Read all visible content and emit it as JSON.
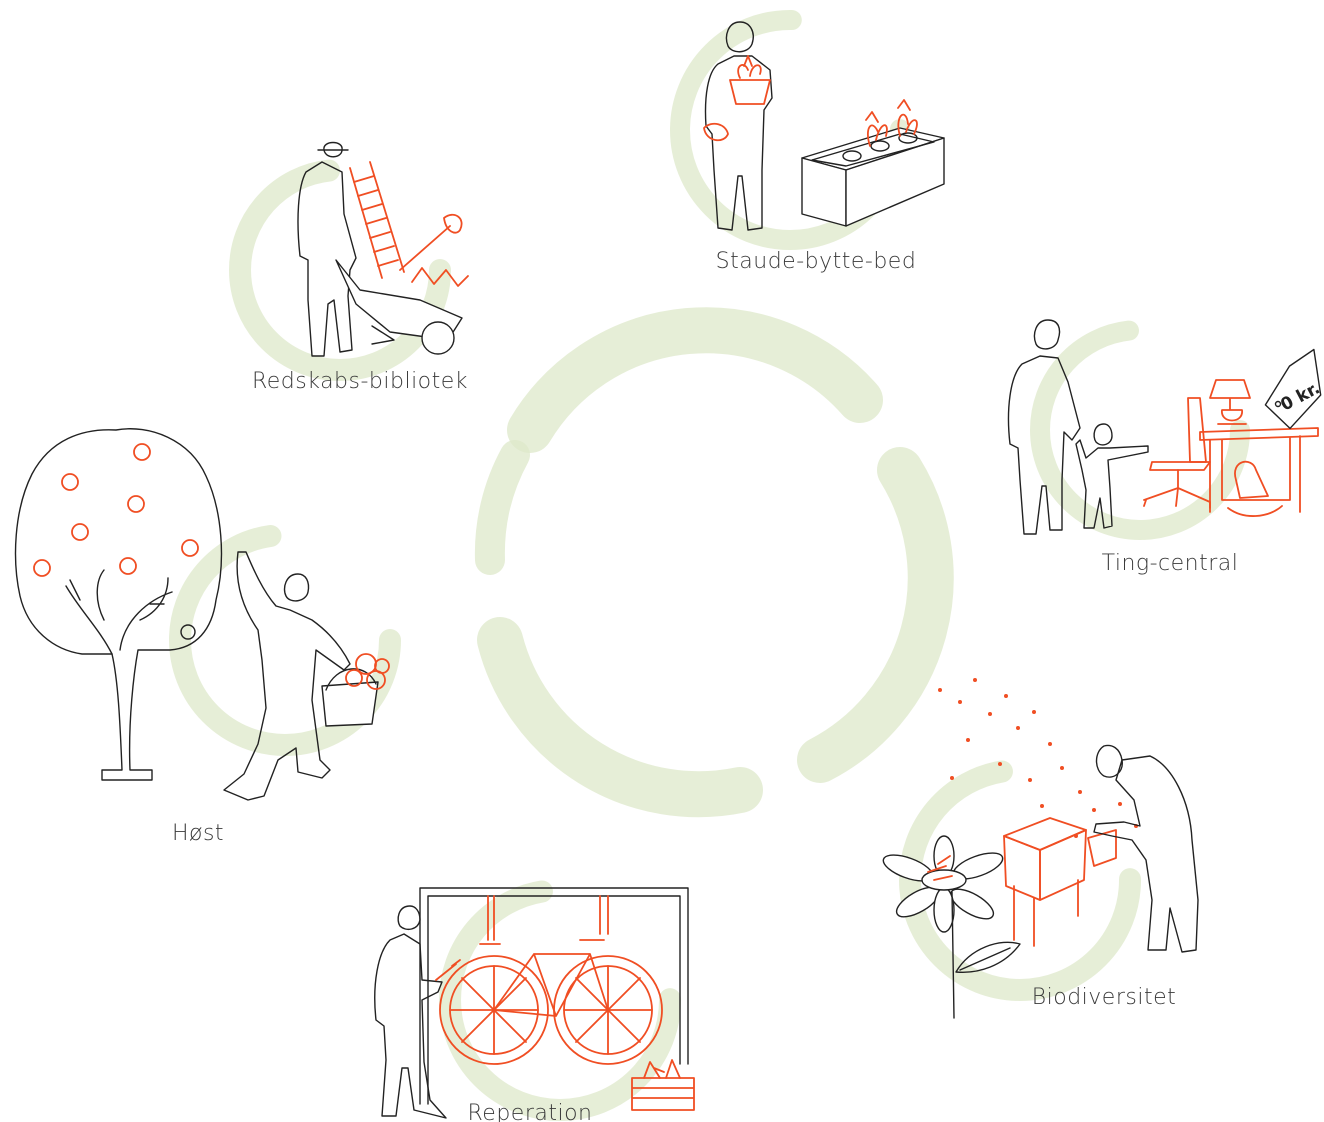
{
  "colors": {
    "accent": "#f04e23",
    "ink": "#222222",
    "halo": "#dde8c9",
    "label": "#3a3a3a"
  },
  "stations": {
    "staude": {
      "label": "Staude-bytte-bed"
    },
    "redskab": {
      "label": "Redskabs-bibliotek"
    },
    "ting": {
      "label": "Ting-central",
      "price_tag": "0 kr."
    },
    "hoest": {
      "label": "Høst"
    },
    "bio": {
      "label": "Biodiversitet"
    },
    "reparation": {
      "label": "Reperation"
    }
  }
}
